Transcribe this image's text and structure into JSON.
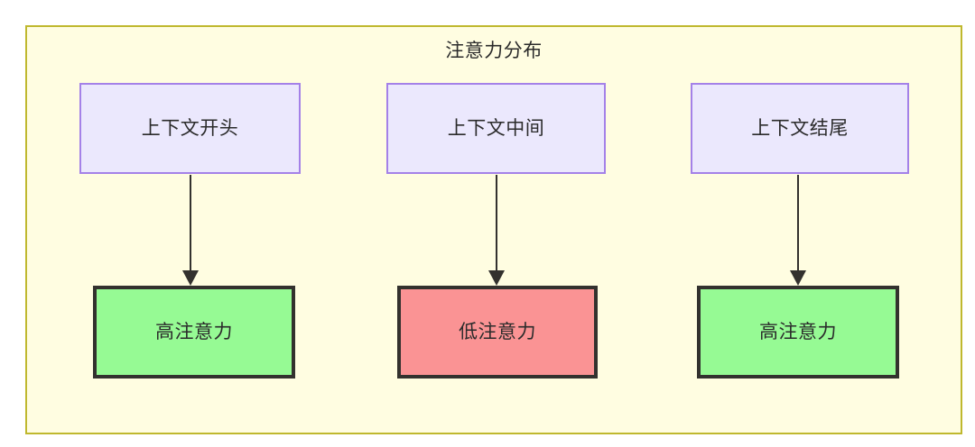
{
  "diagram": {
    "title": "注意力分布",
    "type": "flowchart",
    "container": {
      "fill_color": "#FFFDE1",
      "border_color": "#BFB82E"
    },
    "node_styles": {
      "source_fill": "#EBE8FD",
      "source_border": "#A481E8",
      "high_fill": "#96FA94",
      "low_fill": "#FA9394",
      "emphasis_border": "#33312E"
    },
    "columns": [
      {
        "source": {
          "label": "上下文开头"
        },
        "target": {
          "label": "高注意力",
          "level": "high"
        }
      },
      {
        "source": {
          "label": "上下文中间"
        },
        "target": {
          "label": "低注意力",
          "level": "low"
        }
      },
      {
        "source": {
          "label": "上下文结尾"
        },
        "target": {
          "label": "高注意力",
          "level": "high"
        }
      }
    ]
  }
}
